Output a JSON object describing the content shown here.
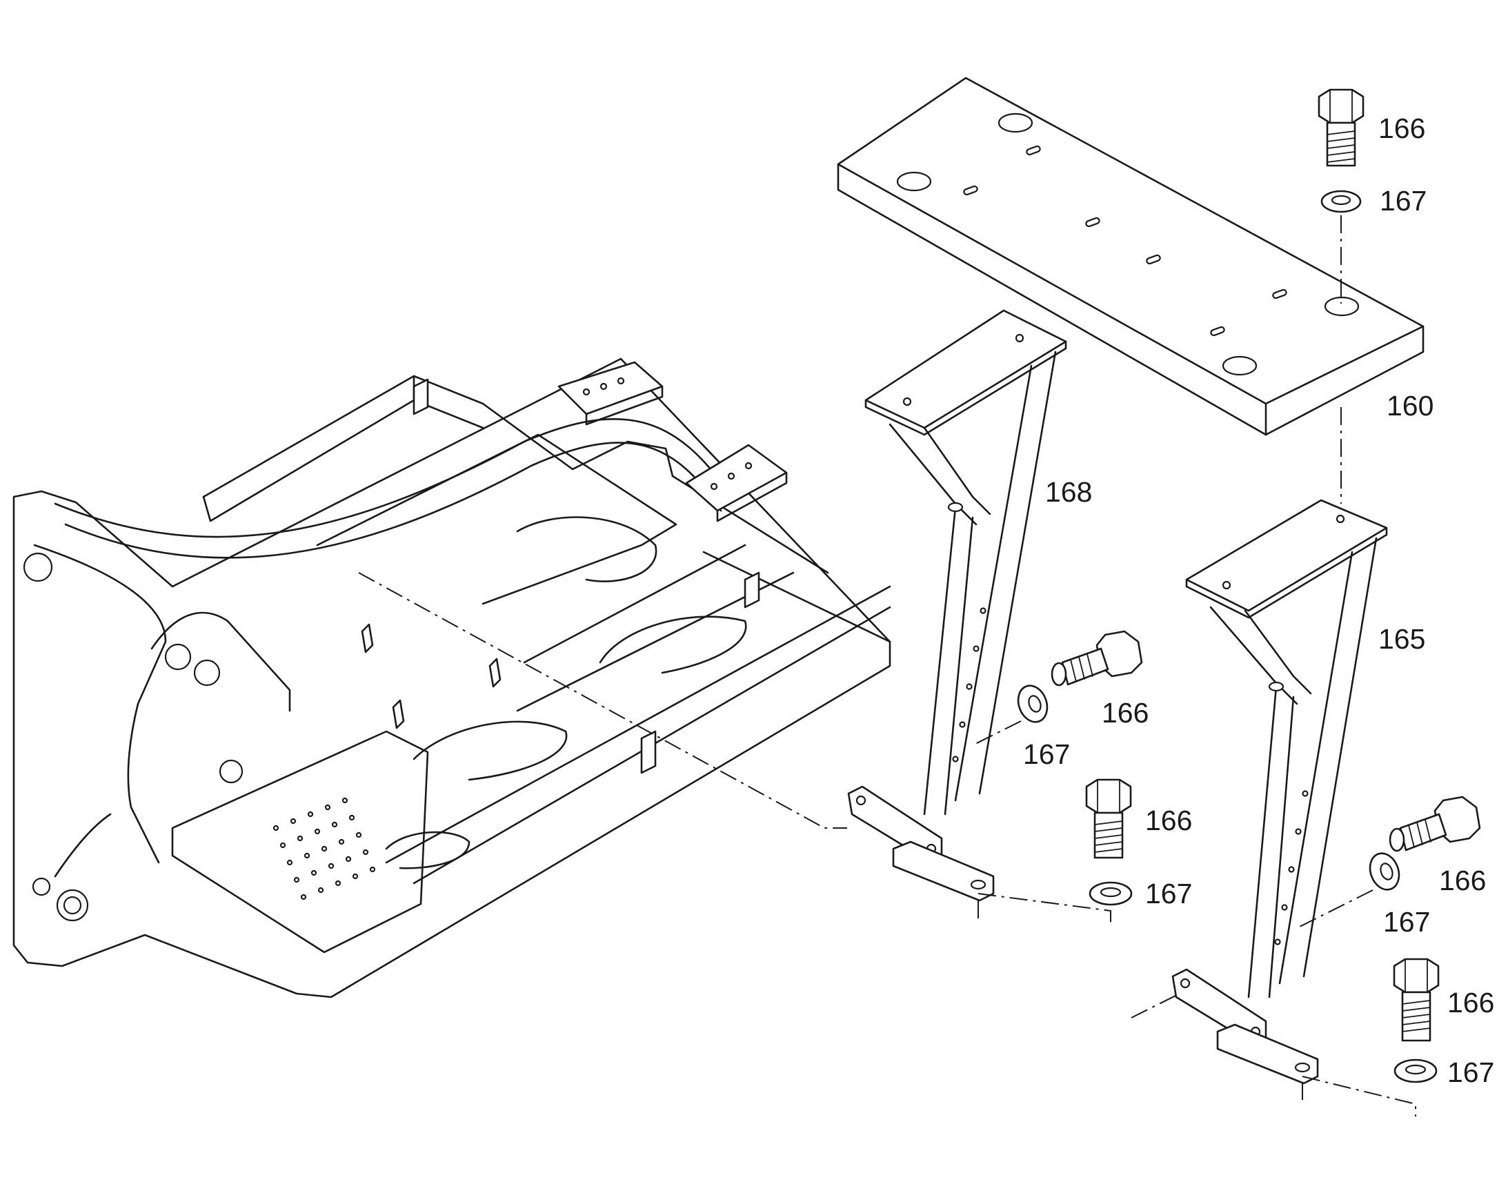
{
  "callouts": {
    "c160": "160",
    "c165": "165",
    "c168": "168",
    "bolt_a": "166",
    "washer_a": "167",
    "bolt_b": "166",
    "washer_b": "167",
    "bolt_c": "166",
    "washer_c": "167",
    "bolt_d": "166",
    "washer_d": "167",
    "bolt_e": "166",
    "washer_e": "167"
  },
  "colors": {
    "line": "#1a1a1a",
    "background": "#ffffff"
  }
}
